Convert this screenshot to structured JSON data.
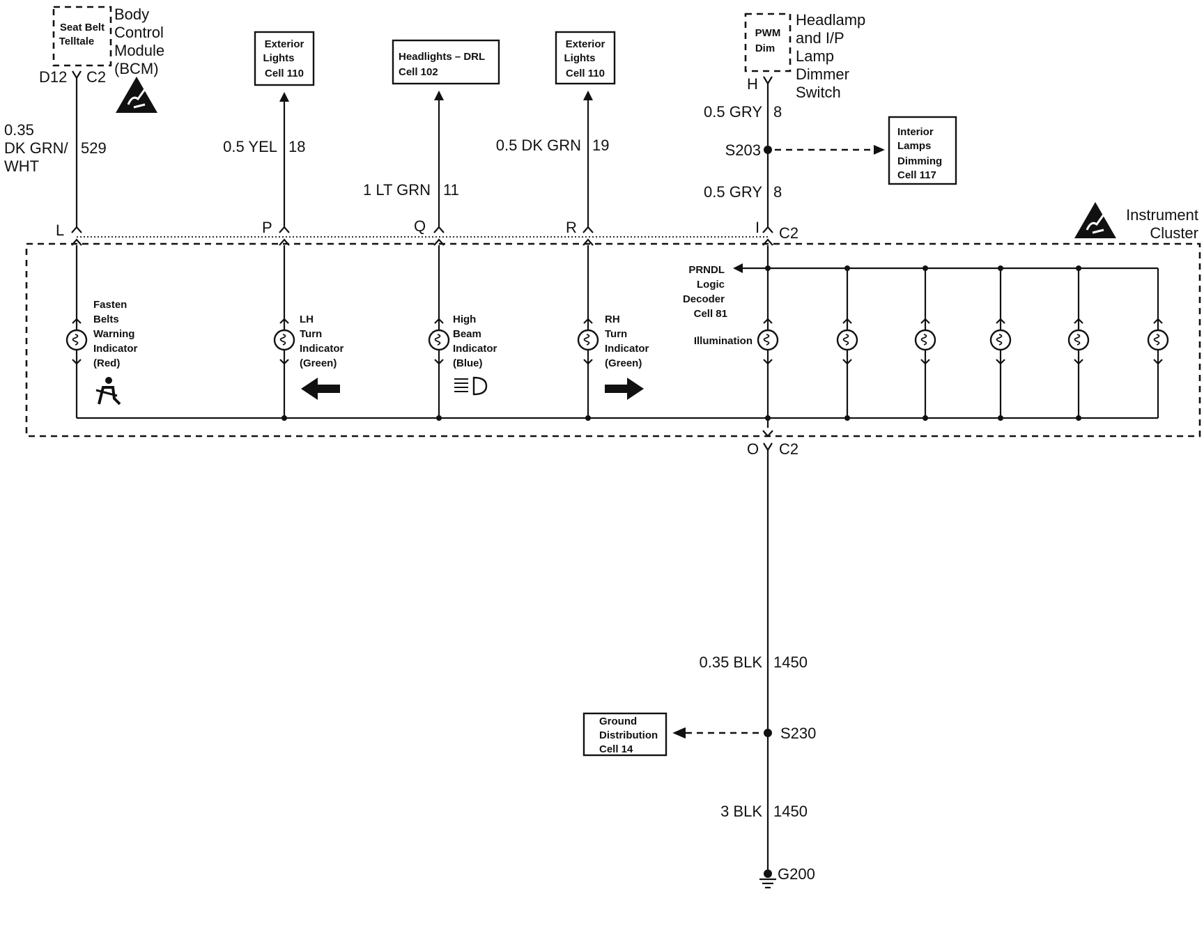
{
  "bcm": {
    "inner_label": [
      "Seat Belt",
      "Telltale"
    ],
    "name_lines": [
      "Body",
      "Control",
      "Module",
      "(BCM)"
    ],
    "pin": "D12",
    "connector": "C2"
  },
  "dimmer": {
    "inner_label": [
      "PWM",
      "Dim"
    ],
    "name_lines": [
      "Headlamp",
      "and I/P",
      "Lamp",
      "Dimmer",
      "Switch"
    ],
    "pin": "H"
  },
  "boxes": {
    "ext_lights_left": [
      "Exterior",
      "Lights",
      "Cell 110"
    ],
    "headlights_drl": [
      "Headlights – DRL",
      "Cell 102"
    ],
    "ext_lights_right": [
      "Exterior",
      "Lights",
      "Cell 110"
    ],
    "interior_lamps": [
      "Interior",
      "Lamps",
      "Dimming",
      "Cell 117"
    ],
    "ground_dist": [
      "Ground",
      "Distribution",
      "Cell 14"
    ]
  },
  "wires": {
    "w529": {
      "gauge_color": [
        "0.35",
        "DK GRN/",
        "WHT"
      ],
      "circuit": "529"
    },
    "w18": {
      "gauge_color": "0.5 YEL",
      "circuit": "18"
    },
    "w11": {
      "gauge_color": "1 LT GRN",
      "circuit": "11"
    },
    "w19": {
      "gauge_color": "0.5 DK GRN",
      "circuit": "19"
    },
    "w8a": {
      "gauge_color": "0.5 GRY",
      "circuit": "8"
    },
    "w8b": {
      "gauge_color": "0.5 GRY",
      "circuit": "8"
    },
    "w1450a": {
      "gauge_color": "0.35 BLK",
      "circuit": "1450"
    },
    "w1450b": {
      "gauge_color": "3 BLK",
      "circuit": "1450"
    }
  },
  "splices": {
    "s203": "S203",
    "s230": "S230"
  },
  "ground": "G200",
  "cluster": {
    "name_lines": [
      "Instrument",
      "Cluster"
    ],
    "pins": {
      "L": "L",
      "P": "P",
      "Q": "Q",
      "R": "R",
      "I": "I",
      "O": "O"
    },
    "connector_top": "C2",
    "connector_bottom": "C2",
    "prndl": [
      "PRNDL",
      "Logic",
      "Decoder",
      "Cell 81"
    ],
    "illumination": "Illumination"
  },
  "indicators": {
    "fasten_belts": [
      "Fasten",
      "Belts",
      "Warning",
      "Indicator",
      "(Red)"
    ],
    "lh_turn": [
      "LH",
      "Turn",
      "Indicator",
      "(Green)"
    ],
    "high_beam": [
      "High",
      "Beam",
      "Indicator",
      "(Blue)"
    ],
    "rh_turn": [
      "RH",
      "Turn",
      "Indicator",
      "(Green)"
    ]
  }
}
